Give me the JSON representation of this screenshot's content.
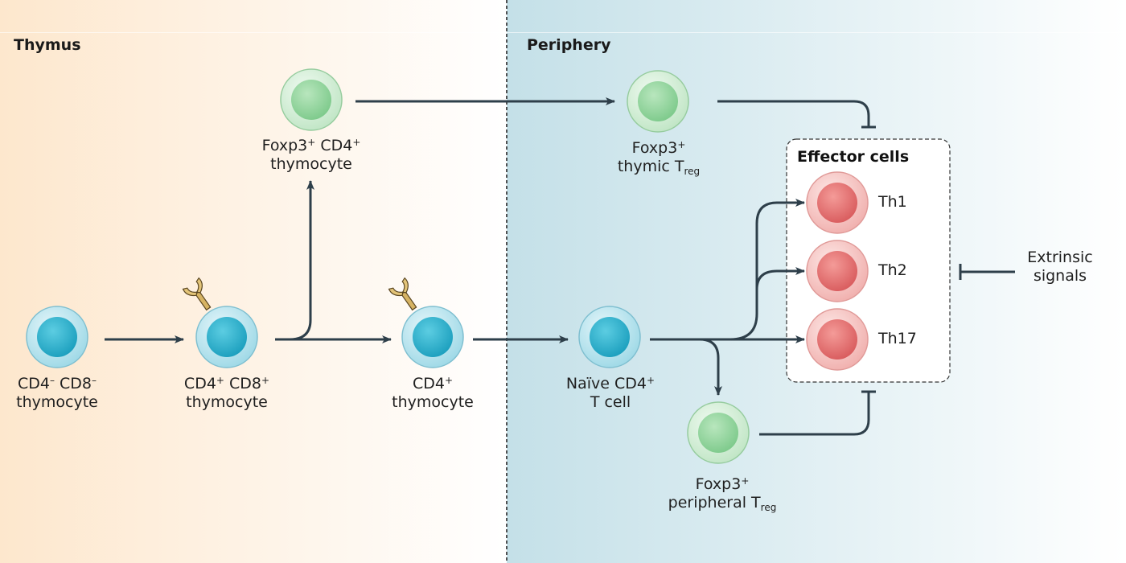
{
  "regions": {
    "thymus": "Thymus",
    "periphery": "Periphery"
  },
  "effector": {
    "title": "Effector cells",
    "cells": [
      "Th1",
      "Th2",
      "Th17"
    ]
  },
  "cells": {
    "dn": {
      "line1": "CD4",
      "sup1": "–",
      "mid1": " CD8",
      "sup2": "–",
      "line2": "thymocyte"
    },
    "dp": {
      "line1": "CD4",
      "sup1": "+",
      "mid1": " CD8",
      "sup2": "+",
      "line2": "thymocyte"
    },
    "cd4": {
      "line1": "CD4",
      "sup1": "+",
      "line2": "thymocyte"
    },
    "foxp3_thymocyte": {
      "line1a": "Foxp3",
      "sup1": "+",
      "line1b": " CD4",
      "sup2": "+",
      "line2": "thymocyte"
    },
    "naive": {
      "line1": "Naïve CD4",
      "sup1": "+",
      "line2": "T cell"
    },
    "thymic_treg": {
      "line1": "Foxp3",
      "sup1": "+",
      "line2a": "thymic T",
      "sub": "reg"
    },
    "peripheral_treg": {
      "line1": "Foxp3",
      "sup1": "+",
      "line2a": "peripheral T",
      "sub": "reg"
    }
  },
  "extrinsic": {
    "line1": "Extrinsic",
    "line2": "signals"
  },
  "colors": {
    "blue_cell": "#3bb4d0",
    "green_cell": "#9fd6a7",
    "red_cell": "#e4787a",
    "arrow": "#2e3f4a",
    "thymus_bg": "#fde8cf",
    "periphery_bg": "#c7e2e9"
  }
}
